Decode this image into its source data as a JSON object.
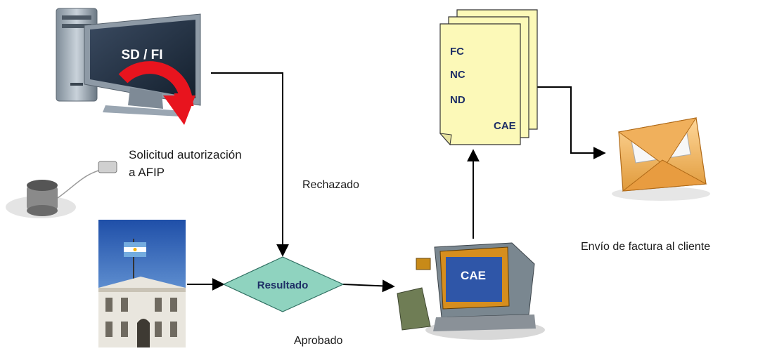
{
  "computer": {
    "screen_text": "SD / FI"
  },
  "labels": {
    "solicitud_line1": "Solicitud autorización",
    "solicitud_line2": "a AFIP",
    "rechazado": "Rechazado",
    "aprobado": "Aprobado",
    "envio": "Envío de factura al cliente"
  },
  "decision": {
    "text": "Resultado"
  },
  "cae_monitor": {
    "screen_text": "CAE"
  },
  "documents": {
    "lines": [
      "FC",
      "NC",
      "ND"
    ],
    "stamp": "CAE"
  },
  "colors": {
    "document_fill": "#fcf9b8",
    "decision_fill": "#8fd3bf",
    "decision_text": "#1e2f66",
    "doc_text": "#1e2f66",
    "monitor_screen": "#2f56a8",
    "arrow": "#000000",
    "red_arrow": "#e8141e",
    "envelope": "#f2b866"
  },
  "icons": [
    "desktop-computer-icon",
    "tin-can-phone-icon",
    "government-building-photo",
    "cae-monitor-icon",
    "document-stack-icon",
    "envelope-icon"
  ]
}
